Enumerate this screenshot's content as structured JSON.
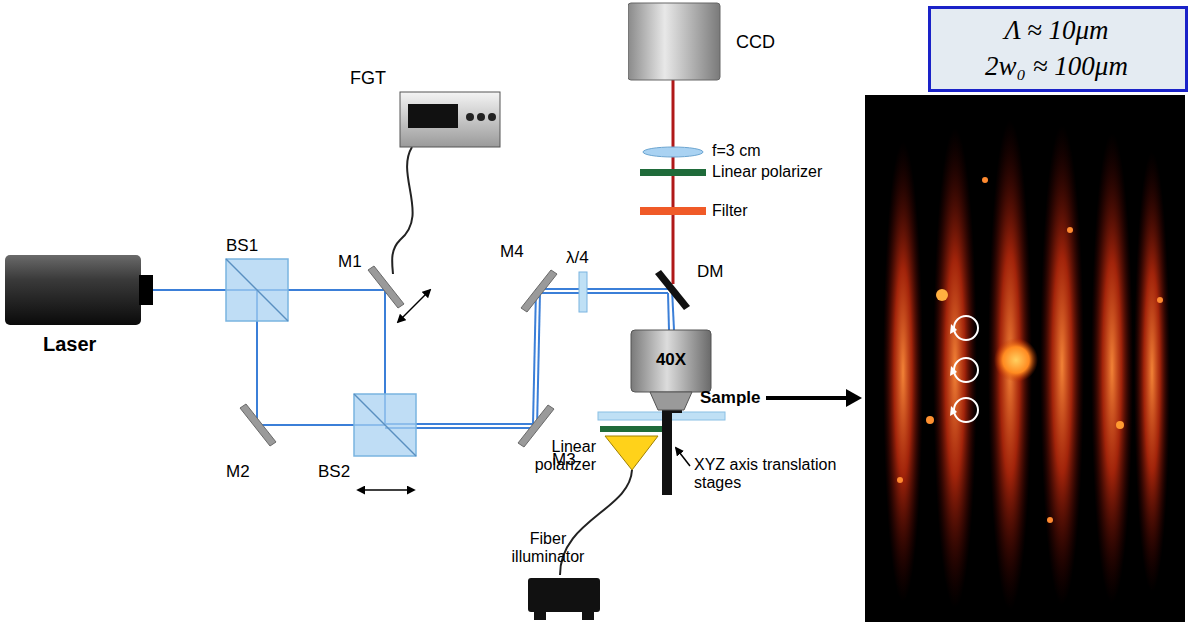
{
  "diagram": {
    "nodes": [
      {
        "text": [
          "Laser"
        ]
      },
      {
        "text": [
          "FGT"
        ]
      },
      {
        "text": [
          "CCD"
        ]
      },
      {
        "text": [
          "40X"
        ]
      },
      {
        "text": [
          "Fiber illuminator"
        ]
      },
      {
        "text": [
          "Λ ≈ 10μm",
          "2w₀ ≈ 100μm"
        ]
      }
    ],
    "labels": [
      "BS1",
      "M1",
      "M2",
      "BS2",
      "M3",
      "M4",
      "λ/4",
      "DM",
      "f=3 cm",
      "Linear polarizer",
      "Filter",
      "Sample",
      "Linear polarizer",
      "XYZ axis translation stages"
    ]
  }
}
